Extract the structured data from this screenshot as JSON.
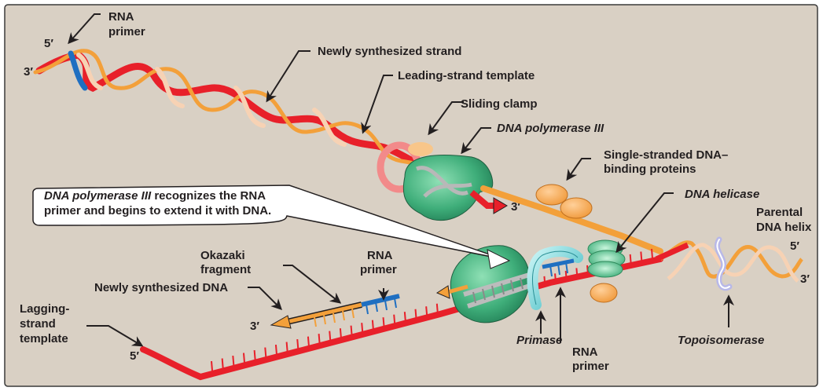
{
  "diagram": {
    "title": "DNA replication fork",
    "colors": {
      "background": "#d9d0c4",
      "parental_strand_orange": "#f3a03a",
      "parental_strand_light": "#f7d2b4",
      "new_strand_red": "#e8202a",
      "rna_primer_blue": "#1f6fc1",
      "polymerase_green": "#3fae7a",
      "primase_teal": "#7fd6d9",
      "ssb_orange": "#f6aa56",
      "helicase_green": "#5cc891",
      "topoisomerase_lavender": "#b8b8e8"
    },
    "labels": {
      "rna_primer_top": [
        "RNA",
        "primer"
      ],
      "newly_synthesized_strand": "Newly synthesized strand",
      "leading_strand_template": "Leading-strand template",
      "sliding_clamp": "Sliding clamp",
      "dna_polymerase_iii": "DNA polymerase III",
      "ssb": [
        "Single-stranded DNA–",
        "binding proteins"
      ],
      "dna_helicase": "DNA helicase",
      "parental_helix": [
        "Parental",
        "DNA helix"
      ],
      "okazaki_fragment": [
        "Okazaki",
        "fragment"
      ],
      "rna_primer_mid": [
        "RNA",
        "primer"
      ],
      "newly_synthesized_dna": "Newly synthesized DNA",
      "lagging_strand_template": [
        "Lagging-",
        "strand",
        "template"
      ],
      "primase": "Primase",
      "rna_primer_bottom": [
        "RNA",
        "primer"
      ],
      "topoisomerase": "Topoisomerase"
    },
    "ends": {
      "top_5": "5′",
      "top_3": "3′",
      "leading_3": "3′",
      "parental_5": "5′",
      "parental_3": "3′",
      "okazaki_3": "3′",
      "lagging_5": "5′"
    },
    "callout": {
      "italic_part": "DNA polymerase III",
      "rest": " recognizes the RNA primer and begins to extend it with DNA."
    }
  }
}
